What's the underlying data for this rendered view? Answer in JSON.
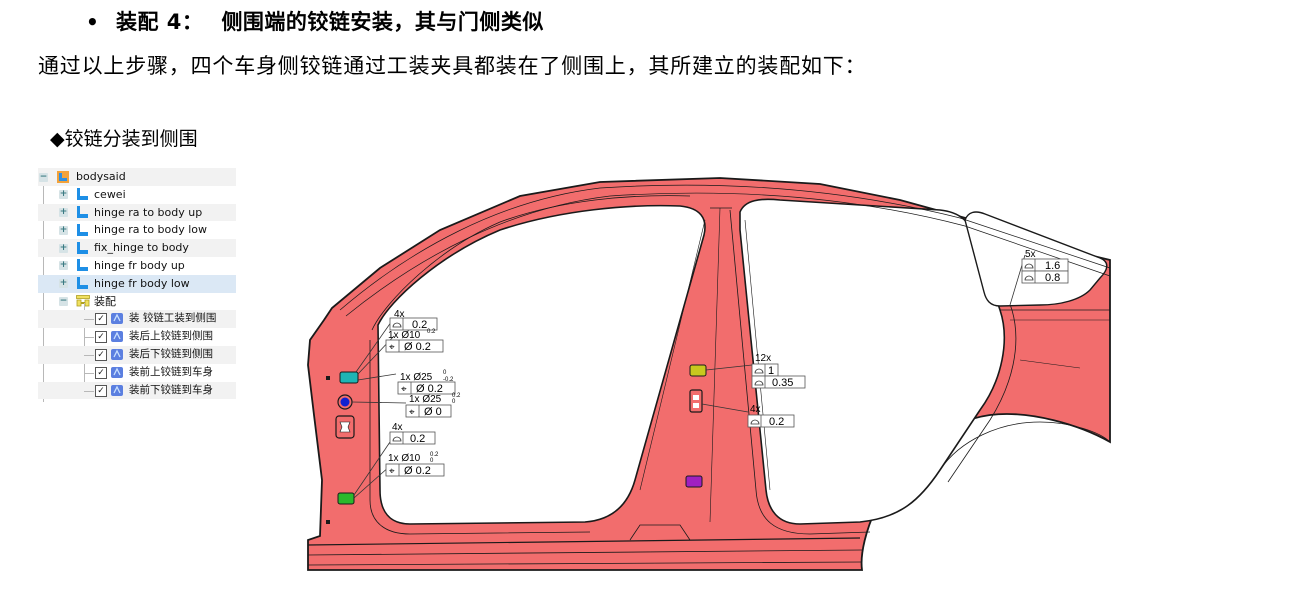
{
  "heading": {
    "bullet": "•",
    "label": "装配 4：",
    "text": "侧围端的铰链安装，其与门侧类似"
  },
  "paragraph": "通过以上步骤，四个车身侧铰链通过工装夹具都装在了侧围上，其所建立的装配如下：",
  "subheading": "◆铰链分装到侧围",
  "tree": {
    "root": {
      "label": "bodysaid",
      "toggle": "−",
      "icon": "product-icon"
    },
    "children": [
      {
        "label": "cewei",
        "toggle": "+",
        "icon": "part-icon"
      },
      {
        "label": "hinge ra to body up",
        "toggle": "+",
        "icon": "part-icon"
      },
      {
        "label": "hinge ra to body low",
        "toggle": "+",
        "icon": "part-icon"
      },
      {
        "label": "fix_hinge to body",
        "toggle": "+",
        "icon": "part-icon"
      },
      {
        "label": "hinge fr body up",
        "toggle": "+",
        "icon": "part-icon"
      },
      {
        "label": "hinge fr body low",
        "toggle": "+",
        "icon": "part-icon",
        "selected": true
      }
    ],
    "assembly": {
      "label": "装配",
      "toggle": "−",
      "icon": "assembly-icon",
      "constraints": [
        {
          "label": "装 铰链工装到侧围",
          "checked": true,
          "icon": "constraint-icon"
        },
        {
          "label": "装后上铰链到侧围",
          "checked": true,
          "icon": "constraint-icon"
        },
        {
          "label": "装后下铰链到侧围",
          "checked": true,
          "icon": "constraint-icon"
        },
        {
          "label": "装前上铰链到车身",
          "checked": true,
          "icon": "constraint-icon"
        },
        {
          "label": "装前下铰链到车身",
          "checked": true,
          "icon": "constraint-icon"
        }
      ]
    }
  },
  "drawing": {
    "colors": {
      "body": "#f26d6d",
      "outline": "#1a1a1a",
      "cyan_clip": "#1fb5b5",
      "blue_hole": "#1020d0",
      "yellow_clip": "#c8c81e",
      "purple_clip": "#a020c0",
      "green_clip": "#2cb82c"
    },
    "annotations": [
      {
        "id": "a-pillar-top-profile",
        "count": "4x",
        "rows": [
          {
            "symbol": "profile",
            "value": "0.2"
          }
        ]
      },
      {
        "id": "a-pillar-top-hole",
        "count": "1x",
        "dim": "Ø10",
        "tol_upper": "0.2",
        "tol_lower": "0",
        "rows": [
          {
            "symbol": "position",
            "value": "Ø 0.2"
          }
        ]
      },
      {
        "id": "a-pillar-slot",
        "count": "1x",
        "dim": "Ø25",
        "tol_upper": "0",
        "tol_lower": "-0.2",
        "rows": [
          {
            "symbol": "position",
            "value": "Ø 0.2"
          }
        ]
      },
      {
        "id": "a-pillar-round-hole",
        "count": "1x",
        "dim": "Ø25",
        "tol_upper": "0.2",
        "tol_lower": "0",
        "rows": [
          {
            "symbol": "position",
            "value": "Ø 0"
          }
        ]
      },
      {
        "id": "a-pillar-low-profile",
        "count": "4x",
        "rows": [
          {
            "symbol": "profile",
            "value": "0.2"
          }
        ]
      },
      {
        "id": "a-pillar-low-hole",
        "count": "1x",
        "dim": "Ø10",
        "tol_upper": "0.2",
        "tol_lower": "0",
        "rows": [
          {
            "symbol": "position",
            "value": "Ø 0.2"
          }
        ]
      },
      {
        "id": "b-pillar-upper",
        "count": "12x",
        "rows": [
          {
            "symbol": "profile",
            "value": "1"
          },
          {
            "symbol": "profile",
            "value": "0.35"
          }
        ]
      },
      {
        "id": "b-pillar-mid",
        "count": "4x",
        "rows": [
          {
            "symbol": "profile",
            "value": "0.2"
          }
        ]
      },
      {
        "id": "quarter-window",
        "count": "5x",
        "rows": [
          {
            "symbol": "profile",
            "value": "1.6"
          },
          {
            "symbol": "profile",
            "value": "0.8"
          }
        ]
      }
    ]
  }
}
